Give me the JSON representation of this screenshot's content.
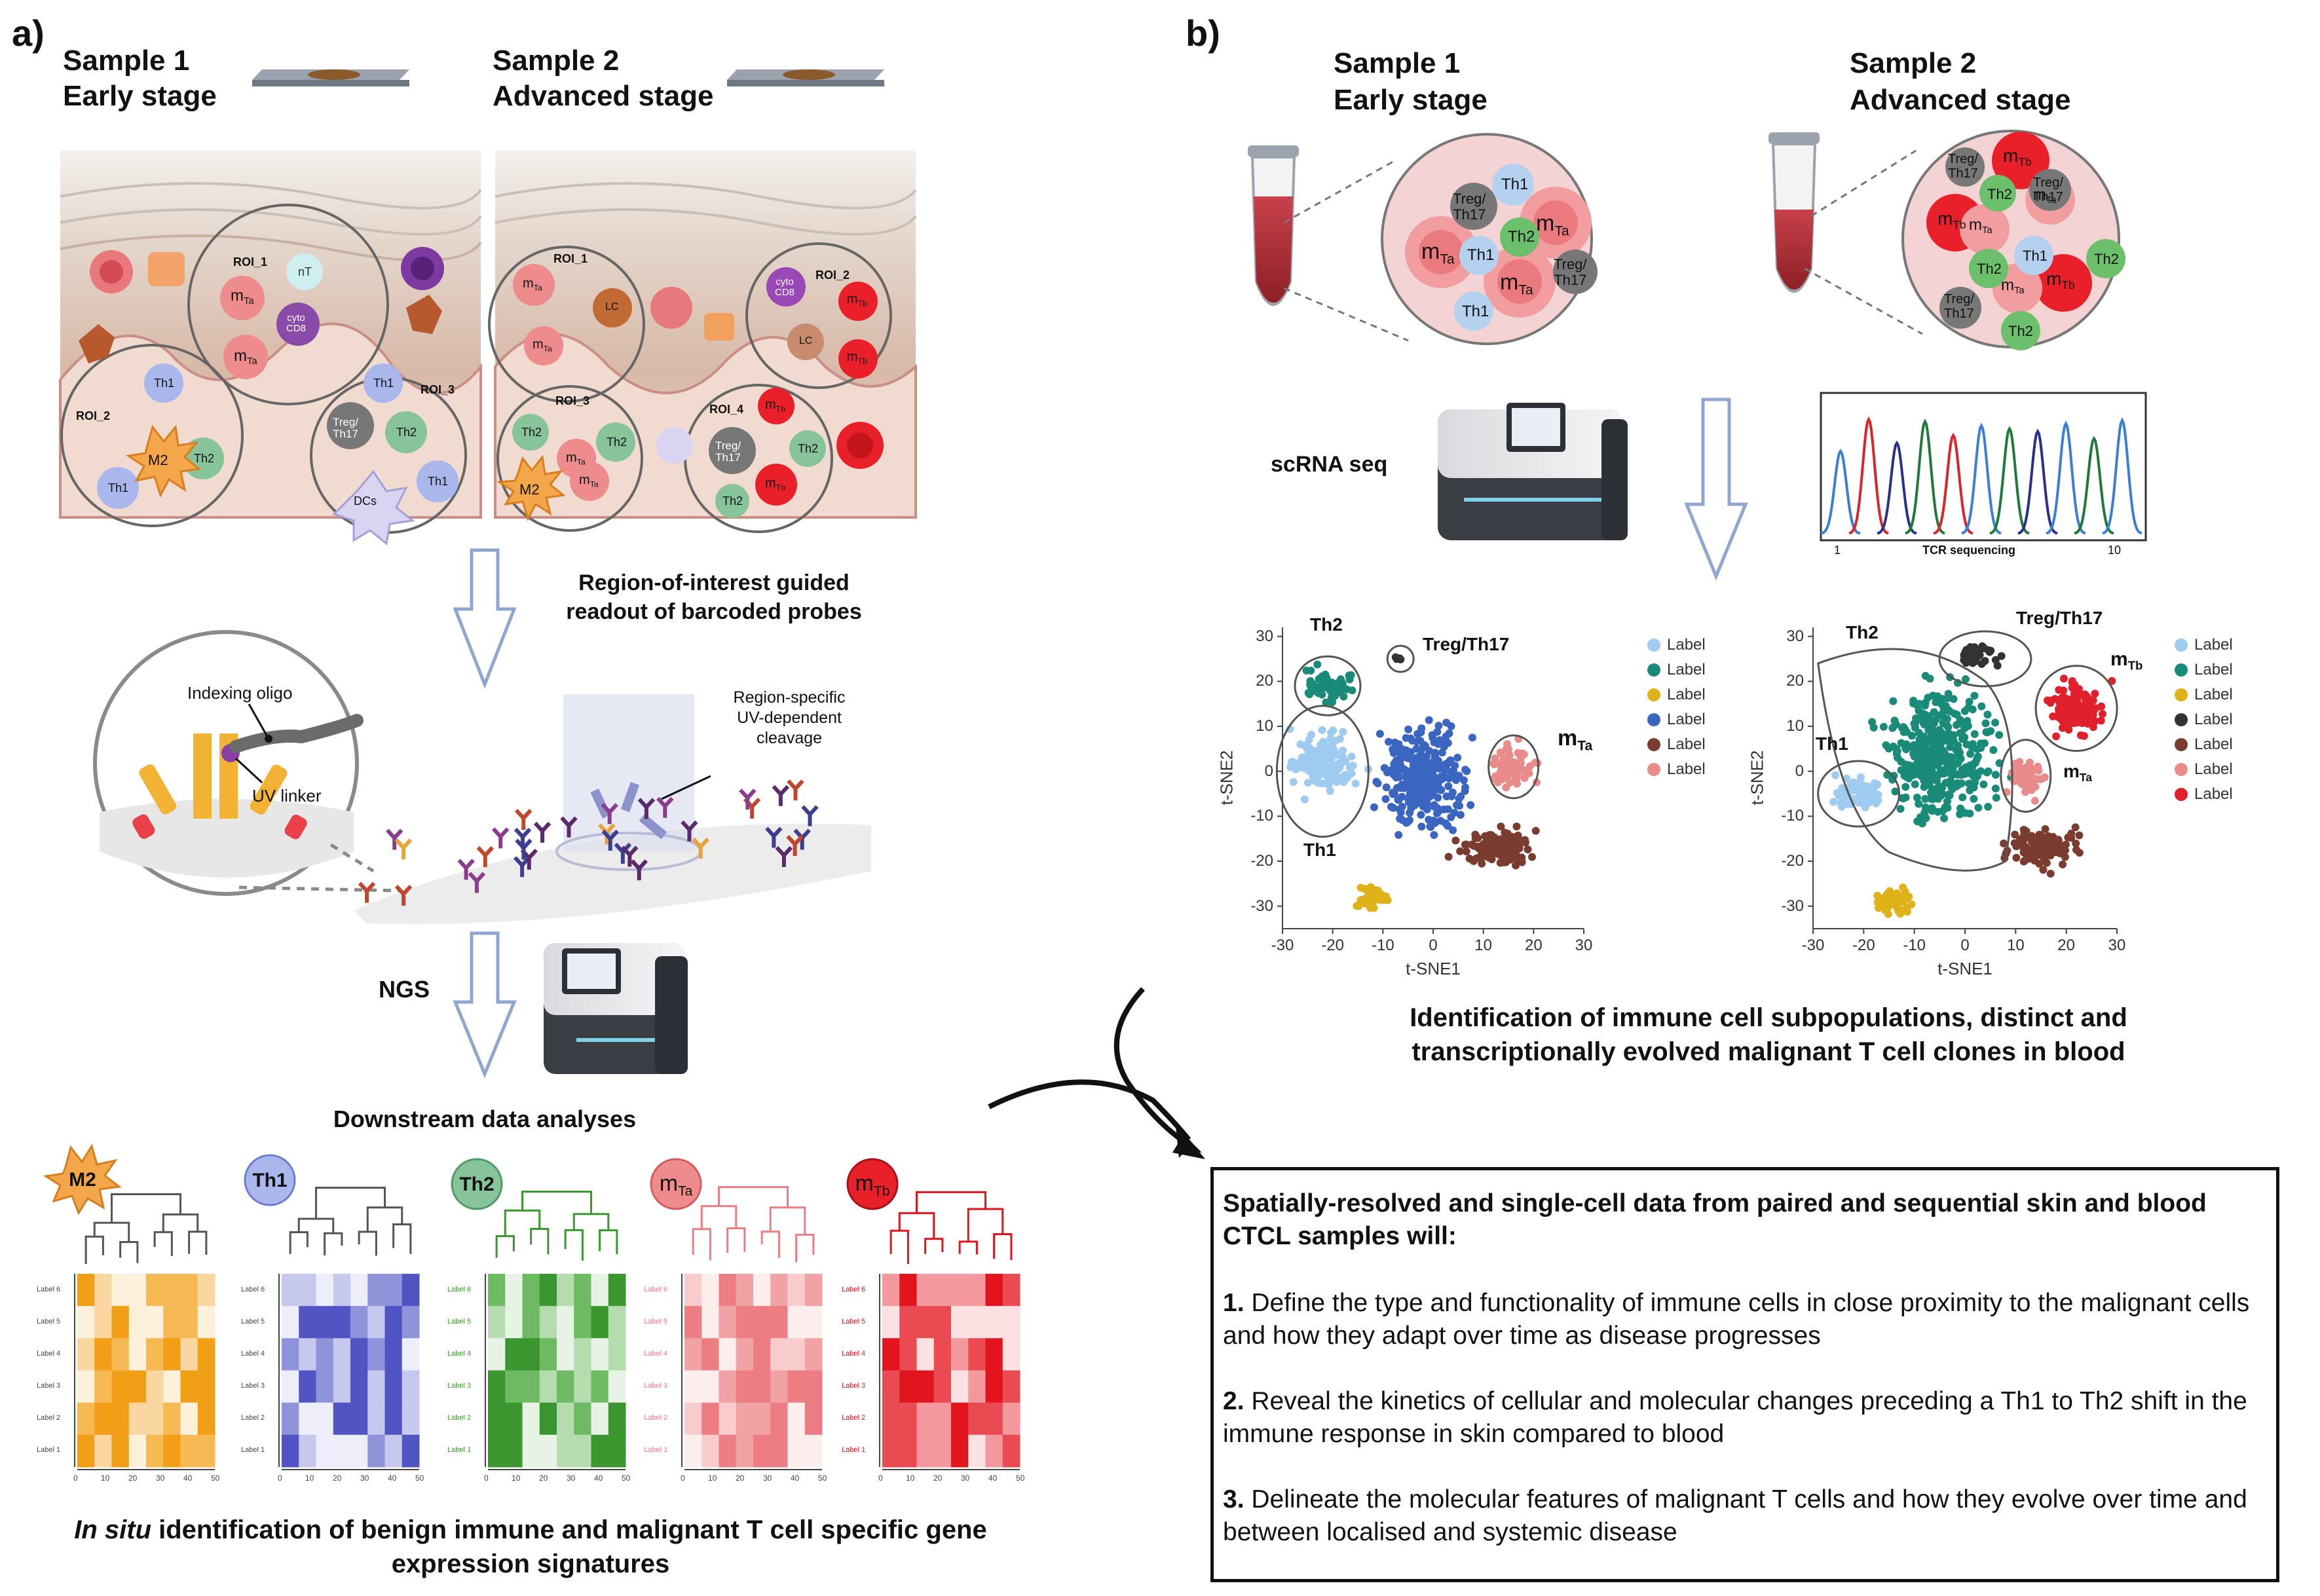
{
  "panel_a": {
    "letter": "a)",
    "sample1_title": "Sample 1",
    "sample1_stage": "Early stage",
    "sample2_title": "Sample 2",
    "sample2_stage": "Advanced stage",
    "roi_labels": [
      "ROI_1",
      "ROI_2",
      "ROI_3",
      "ROI_1",
      "ROI_2",
      "ROI_3",
      "ROI_4"
    ],
    "cell_labels": {
      "nT": "nT",
      "cyto": "cyto",
      "cd8": "CD8",
      "th1": "Th1",
      "th2": "Th2",
      "treg": "Treg/",
      "th17": "Th17",
      "m2": "M2",
      "dcs": "DCs",
      "lc": "LC",
      "m": "m",
      "ta": "Ta",
      "tb": "Tb"
    },
    "step1_line1": "Region-of-interest guided",
    "step1_line2": "readout of barcoded probes",
    "indexing_oligo": "Indexing oligo",
    "uv_linker": "UV linker",
    "cleavage_line1": "Region-specific",
    "cleavage_line2": "UV-dependent",
    "cleavage_line3": "cleavage",
    "ngs": "NGS",
    "downstream": "Downstream data analyses",
    "heatmap_badges": [
      "M2",
      "Th1",
      "Th2",
      "m",
      "m"
    ],
    "heatmap_badge_subs": [
      "",
      "",
      "",
      "Ta",
      "Tb"
    ],
    "heatmap_rows": [
      "Label 6",
      "Label 5",
      "Label 4",
      "Label 3",
      "Label 2",
      "Label 1"
    ],
    "heatmap_ticks": [
      "0",
      "10",
      "20",
      "30",
      "40",
      "50"
    ],
    "caption_italic": "In situ",
    "caption_rest": " identification of benign immune and malignant T cell specific gene",
    "caption_line2": "expression signatures"
  },
  "panel_b": {
    "letter": "b)",
    "sample1_title": "Sample 1",
    "sample1_stage": "Early stage",
    "sample2_title": "Sample 2",
    "sample2_stage": "Advanced stage",
    "scrna": "scRNA seq",
    "tcr_label": "TCR sequencing",
    "tcr_tick_left": "1",
    "tcr_tick_right": "10",
    "cluster_labels_left": {
      "th2": "Th2",
      "treg": "Treg/Th17",
      "th1": "Th1",
      "m": "m",
      "ta": "Ta"
    },
    "cluster_labels_right": {
      "th2": "Th2",
      "treg": "Treg/Th17",
      "th1": "Th1",
      "m": "m",
      "ta": "Ta",
      "tb": "Tb"
    },
    "legend_left": [
      "Label",
      "Label",
      "Label",
      "Label",
      "Label",
      "Label"
    ],
    "legend_right": [
      "Label",
      "Label",
      "Label",
      "Label",
      "Label",
      "Label",
      "Label"
    ],
    "caption_line1": "Identification of immune cell subpopulations, distinct and",
    "caption_line2": "transcriptionally evolved malignant T cell clones in blood"
  },
  "summary": {
    "intro": "Spatially-resolved and single-cell data from paired and sequential skin and blood CTCL samples will:",
    "items": [
      {
        "num": "1.",
        "text": " Define the type and functionality of immune cells in close proximity to the malignant cells and how they adapt over time as disease progresses"
      },
      {
        "num": "2.",
        "text": " Reveal the kinetics of cellular and molecular changes preceding a Th1 to Th2 shift in the immune response in skin compared to blood"
      },
      {
        "num": "3.",
        "text": " Delineate the molecular features of malignant T cells and how they evolve over time and between localised and systemic disease"
      }
    ]
  },
  "chart_data": [
    {
      "type": "scatter",
      "title": "",
      "xlabel": "t-SNE1",
      "ylabel": "t-SNE2",
      "xlim": [
        -30,
        30
      ],
      "ylim": [
        -35,
        32
      ],
      "xticks": [
        -30,
        -20,
        -10,
        0,
        10,
        20,
        30
      ],
      "yticks": [
        -30,
        -20,
        -10,
        0,
        10,
        20,
        30
      ],
      "grid": false,
      "legend": "right",
      "series": [
        {
          "name": "Label",
          "color": "#9ecbef",
          "center": [
            -22,
            2
          ],
          "spread": [
            6,
            6.5
          ],
          "n": 140
        },
        {
          "name": "Label",
          "color": "#1a8a79",
          "center": [
            -21,
            19
          ],
          "spread": [
            4.5,
            3.5
          ],
          "n": 55
        },
        {
          "name": "Label",
          "color": "#e0b21a",
          "center": [
            -12,
            -28
          ],
          "spread": [
            3.5,
            2.5
          ],
          "n": 50
        },
        {
          "name": "Label",
          "color": "#3a66c1",
          "center": [
            -2,
            -2
          ],
          "spread": [
            8,
            11
          ],
          "n": 300
        },
        {
          "name": "Label",
          "color": "#7a3c2f",
          "center": [
            13,
            -17
          ],
          "spread": [
            8,
            4
          ],
          "n": 120
        },
        {
          "name": "Label",
          "color": "#e98b8b",
          "center": [
            16,
            1
          ],
          "spread": [
            4,
            4.5
          ],
          "n": 65
        },
        {
          "name": "",
          "color": "#333333",
          "center": [
            -7,
            25
          ],
          "spread": [
            0.6,
            0.6
          ],
          "n": 4
        }
      ]
    },
    {
      "type": "scatter",
      "title": "",
      "xlabel": "t-SNE1",
      "ylabel": "t-SNE2",
      "xlim": [
        -30,
        30
      ],
      "ylim": [
        -35,
        32
      ],
      "xticks": [
        -30,
        -20,
        -10,
        0,
        10,
        20,
        30
      ],
      "yticks": [
        -30,
        -20,
        -10,
        0,
        10,
        20,
        30
      ],
      "grid": false,
      "legend": "right",
      "series": [
        {
          "name": "Label",
          "color": "#9ecbef",
          "center": [
            -21,
            -5
          ],
          "spread": [
            5,
            3.5
          ],
          "n": 90
        },
        {
          "name": "Label",
          "color": "#1a8a79",
          "center": [
            -5,
            4
          ],
          "spread": [
            10,
            14
          ],
          "n": 380
        },
        {
          "name": "Label",
          "color": "#e0b21a",
          "center": [
            -14,
            -29
          ],
          "spread": [
            3.5,
            2.5
          ],
          "n": 50
        },
        {
          "name": "Label",
          "color": "#333333",
          "center": [
            3,
            26
          ],
          "spread": [
            4,
            2.5
          ],
          "n": 40
        },
        {
          "name": "Label",
          "color": "#7a3c2f",
          "center": [
            15,
            -17
          ],
          "spread": [
            7,
            4
          ],
          "n": 120
        },
        {
          "name": "Label",
          "color": "#e98b8b",
          "center": [
            12,
            -1
          ],
          "spread": [
            3.5,
            4.5
          ],
          "n": 60
        },
        {
          "name": "Label",
          "color": "#e0202a",
          "center": [
            22,
            14
          ],
          "spread": [
            5,
            5
          ],
          "n": 130
        }
      ]
    }
  ]
}
